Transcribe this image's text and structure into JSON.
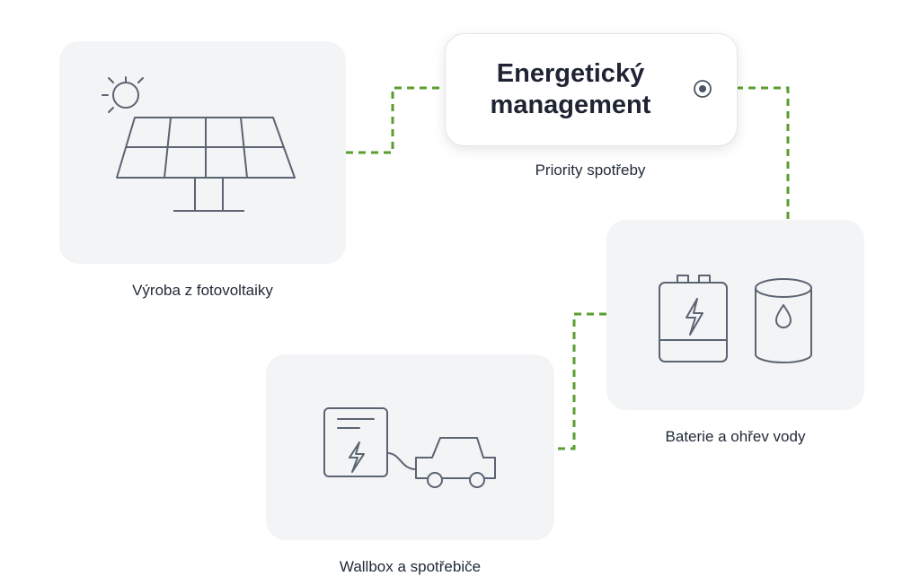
{
  "hub": {
    "title_line1": "Energetický",
    "title_line2": "management",
    "subtitle": "Priority spotřeby",
    "indicator_icon": "radio-dot-icon"
  },
  "nodes": {
    "solar": {
      "label": "Výroba z fotovoltaiky",
      "icons": [
        "sun-icon",
        "solar-panel-icon"
      ]
    },
    "storage": {
      "label": "Baterie a ohřev vody",
      "icons": [
        "battery-icon",
        "water-heater-icon"
      ]
    },
    "wallbox": {
      "label": "Wallbox a spotřebiče",
      "icons": [
        "wallbox-charger-icon",
        "electric-car-icon"
      ]
    }
  },
  "colors": {
    "connector": "#5a9e2f",
    "icon_stroke": "#5b6472",
    "card_background": "#f3f4f6"
  }
}
